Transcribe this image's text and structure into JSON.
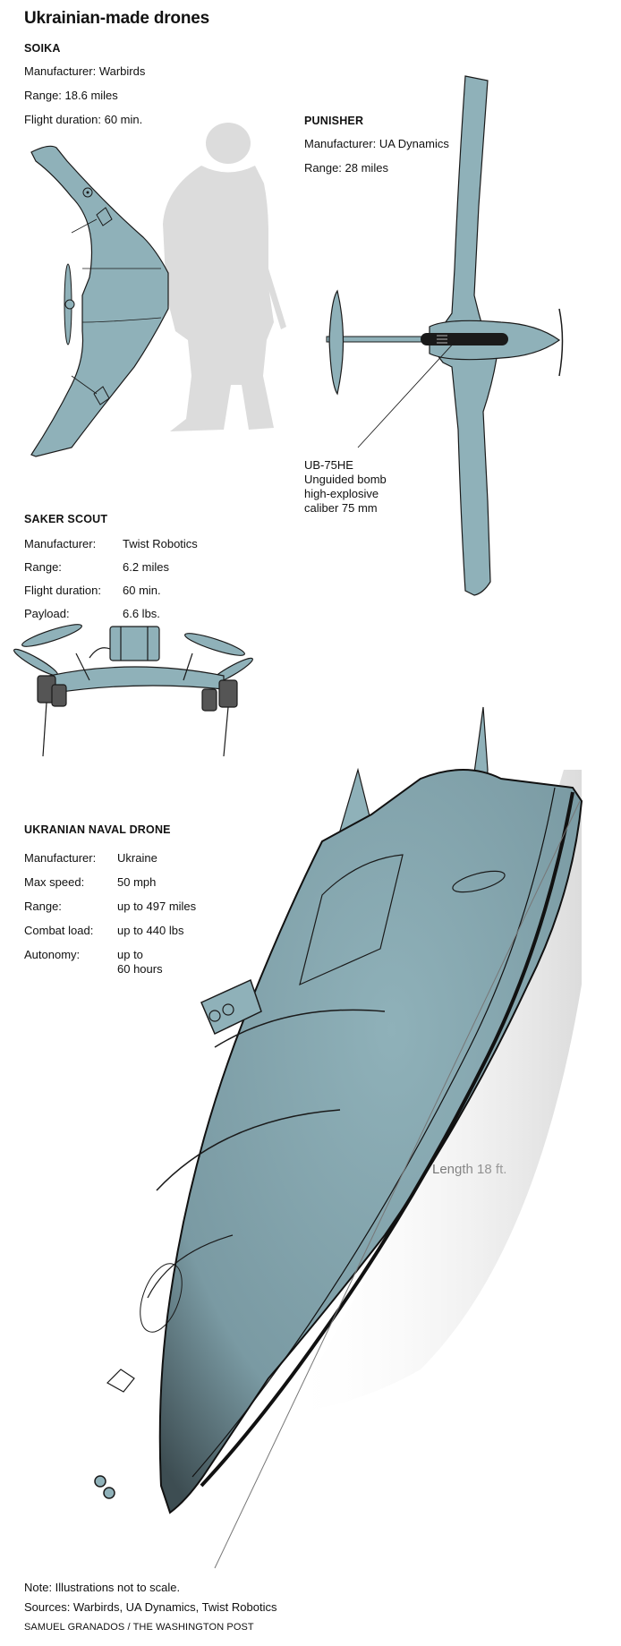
{
  "title": "Ukrainian-made drones",
  "soika": {
    "name": "SOIKA",
    "specs": [
      "Manufacturer: Warbirds",
      "Range: 18.6 miles",
      "Flight duration: 60 min."
    ]
  },
  "punisher": {
    "name": "PUNISHER",
    "specs": [
      "Manufacturer: UA Dynamics",
      "Range: 28 miles"
    ],
    "callout": [
      "UB-75HE",
      "Unguided bomb",
      "high-explosive",
      "caliber 75 mm"
    ]
  },
  "saker": {
    "name": "SAKER SCOUT",
    "specs": [
      {
        "label": "Manufacturer:",
        "value": "Twist Robotics"
      },
      {
        "label": "Range:",
        "value": "6.2 miles"
      },
      {
        "label": "Flight duration:",
        "value": "60 min."
      },
      {
        "label": "Payload:",
        "value": "6.6 lbs."
      }
    ]
  },
  "naval": {
    "name": "UKRANIAN NAVAL DRONE",
    "specs": [
      {
        "label": "Manufacturer:",
        "value": "Ukraine"
      },
      {
        "label": "Max speed:",
        "value": "50 mph"
      },
      {
        "label": "Range:",
        "value": "up to 497 miles"
      },
      {
        "label": "Combat load:",
        "value": "up to 440 lbs"
      },
      {
        "label": "Autonomy:",
        "value": "up to",
        "value2": "60 hours"
      }
    ],
    "length_label": "Length 18 ft."
  },
  "footer": {
    "note": "Note: Illustrations not to scale.",
    "sources": "Sources: Warbirds, UA Dynamics, Twist Robotics",
    "credit": "SAMUEL GRANADOS / THE WASHINGTON POST"
  },
  "colors": {
    "drone_fill": "#8fb1b9",
    "soldier_fill": "#dcdcdc",
    "outline": "#1a1a1a"
  }
}
